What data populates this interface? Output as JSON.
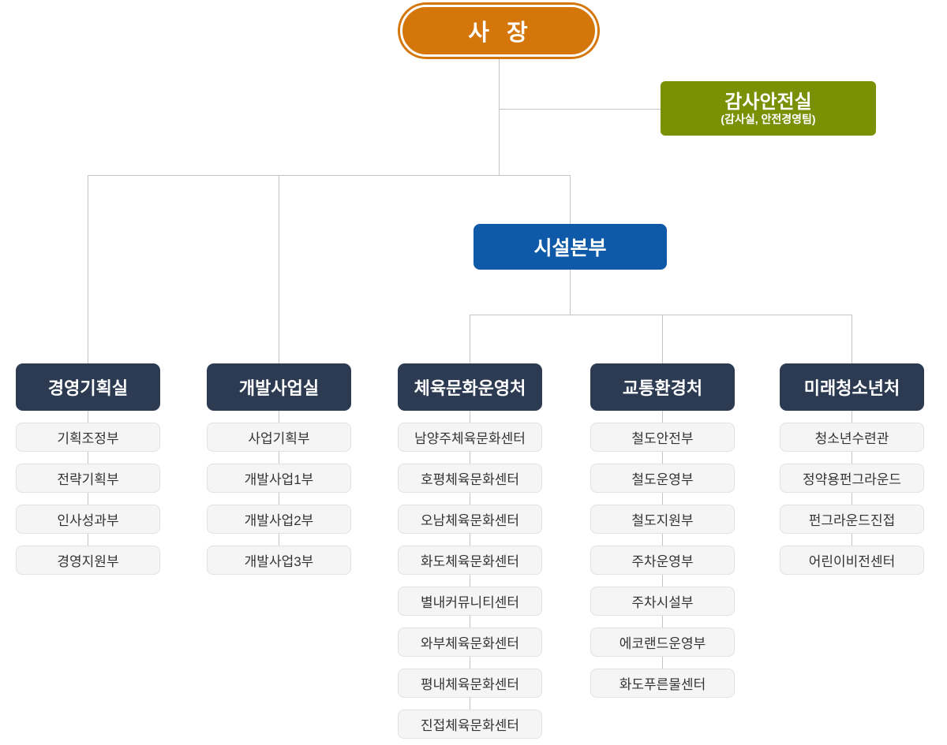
{
  "colors": {
    "ceo_orange": "#D4760A",
    "audit_green": "#7A9005",
    "hq_blue": "#0F5AA8",
    "dept_navy": "#2C3B52",
    "sub_bg": "#F5F5F5",
    "sub_border": "#E2E2E2",
    "sub_text": "#333333",
    "connector": "#C4C4C4"
  },
  "ceo": {
    "label": "사  장"
  },
  "audit": {
    "title": "감사안전실",
    "subtitle": "(감사실, 안전경영팀)"
  },
  "facility_hq": {
    "label": "시설본부"
  },
  "divisions": [
    {
      "title": "경영기획실",
      "departments": [
        "기획조정부",
        "전략기획부",
        "인사성과부",
        "경영지원부"
      ]
    },
    {
      "title": "개발사업실",
      "departments": [
        "사업기획부",
        "개발사업1부",
        "개발사업2부",
        "개발사업3부"
      ]
    },
    {
      "title": "체육문화운영처",
      "departments": [
        "남양주체육문화센터",
        "호평체육문화센터",
        "오남체육문화센터",
        "화도체육문화센터",
        "별내커뮤니티센터",
        "와부체육문화센터",
        "평내체육문화센터",
        "진접체육문화센터"
      ]
    },
    {
      "title": "교통환경처",
      "departments": [
        "철도안전부",
        "철도운영부",
        "철도지원부",
        "주차운영부",
        "주차시설부",
        "에코랜드운영부",
        "화도푸른물센터"
      ]
    },
    {
      "title": "미래청소년처",
      "departments": [
        "청소년수련관",
        "정약용펀그라운드",
        "펀그라운드진접",
        "어린이비전센터"
      ]
    }
  ]
}
